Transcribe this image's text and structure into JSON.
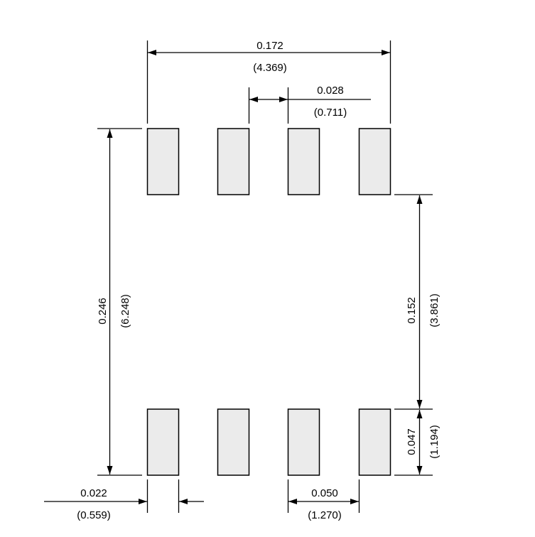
{
  "drawing": {
    "pads_top_count": 4,
    "pads_bottom_count": 4,
    "pad_fill": "#ebebeb",
    "line_color": "#000000",
    "background": "#ffffff"
  },
  "dimensions": {
    "overall_width": {
      "inch": "0.172",
      "mm": "(4.369)"
    },
    "pad_gap": {
      "inch": "0.028",
      "mm": "(0.711)"
    },
    "overall_height": {
      "inch": "0.246",
      "mm": "(6.248)"
    },
    "inner_gap": {
      "inch": "0.152",
      "mm": "(3.861)"
    },
    "pad_length": {
      "inch": "0.047",
      "mm": "(1.194)"
    },
    "pad_width": {
      "inch": "0.022",
      "mm": "(0.559)"
    },
    "pitch": {
      "inch": "0.050",
      "mm": "(1.270)"
    }
  }
}
